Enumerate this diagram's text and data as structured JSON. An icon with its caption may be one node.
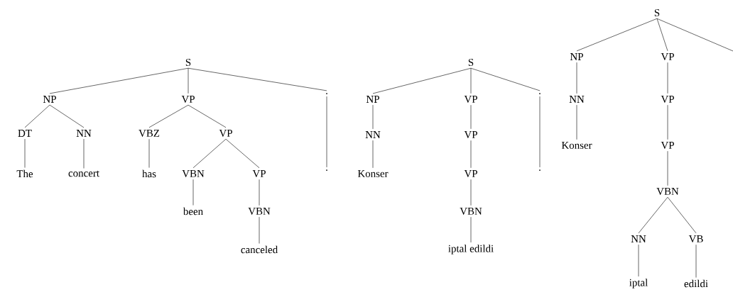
{
  "diagram": {
    "nodes": [
      {
        "text": [
          "S"
        ]
      },
      {
        "text": [
          "NP"
        ]
      },
      {
        "text": [
          "VP"
        ]
      },
      {
        "text": [
          "."
        ]
      },
      {
        "text": [
          "DT"
        ]
      },
      {
        "text": [
          "NN"
        ]
      },
      {
        "text": [
          "VBZ"
        ]
      },
      {
        "text": [
          "VP"
        ]
      },
      {
        "text": [
          "The"
        ]
      },
      {
        "text": [
          "concert"
        ]
      },
      {
        "text": [
          "has"
        ]
      },
      {
        "text": [
          "VBN"
        ]
      },
      {
        "text": [
          "VP"
        ]
      },
      {
        "text": [
          "."
        ]
      },
      {
        "text": [
          "been"
        ]
      },
      {
        "text": [
          "VBN"
        ]
      },
      {
        "text": [
          "canceled"
        ]
      },
      {
        "text": [
          "S"
        ]
      },
      {
        "text": [
          "NP"
        ]
      },
      {
        "text": [
          "VP"
        ]
      },
      {
        "text": [
          "."
        ]
      },
      {
        "text": [
          "NN"
        ]
      },
      {
        "text": [
          "VP"
        ]
      },
      {
        "text": [
          "."
        ]
      },
      {
        "text": [
          "Konser"
        ]
      },
      {
        "text": [
          "VP"
        ]
      },
      {
        "text": [
          "VBN"
        ]
      },
      {
        "text": [
          "iptal edildi"
        ]
      },
      {
        "text": [
          "S"
        ]
      },
      {
        "text": [
          "NP"
        ]
      },
      {
        "text": [
          "NN"
        ]
      },
      {
        "text": [
          "Konser"
        ]
      },
      {
        "text": [
          "VP"
        ]
      },
      {
        "text": [
          "VP"
        ]
      },
      {
        "text": [
          "VP"
        ]
      },
      {
        "text": [
          "VBN"
        ]
      },
      {
        "text": [
          "NN"
        ]
      },
      {
        "text": [
          "VB"
        ]
      },
      {
        "text": [
          "iptal"
        ]
      },
      {
        "text": [
          "edildi"
        ]
      }
    ],
    "edges": [
      {
        "from": 0,
        "to": 1,
        "arrow": "none"
      },
      {
        "from": 0,
        "to": 2,
        "arrow": "none"
      },
      {
        "from": 0,
        "to": 3,
        "arrow": "none"
      },
      {
        "from": 1,
        "to": 4,
        "arrow": "none"
      },
      {
        "from": 1,
        "to": 5,
        "arrow": "none"
      },
      {
        "from": 2,
        "to": 6,
        "arrow": "none"
      },
      {
        "from": 2,
        "to": 7,
        "arrow": "none"
      },
      {
        "from": 4,
        "to": 8,
        "arrow": "none"
      },
      {
        "from": 5,
        "to": 9,
        "arrow": "none"
      },
      {
        "from": 6,
        "to": 10,
        "arrow": "none"
      },
      {
        "from": 7,
        "to": 11,
        "arrow": "none"
      },
      {
        "from": 7,
        "to": 12,
        "arrow": "none"
      },
      {
        "from": 3,
        "to": 13,
        "arrow": "none"
      },
      {
        "from": 11,
        "to": 14,
        "arrow": "none"
      },
      {
        "from": 12,
        "to": 15,
        "arrow": "none"
      },
      {
        "from": 15,
        "to": 16,
        "arrow": "none"
      },
      {
        "from": 17,
        "to": 18,
        "arrow": "none"
      },
      {
        "from": 17,
        "to": 19,
        "arrow": "none"
      },
      {
        "from": 17,
        "to": 20,
        "arrow": "none"
      },
      {
        "from": 18,
        "to": 21,
        "arrow": "none"
      },
      {
        "from": 19,
        "to": 22,
        "arrow": "none"
      },
      {
        "from": 20,
        "to": 23,
        "arrow": "none"
      },
      {
        "from": 21,
        "to": 24,
        "arrow": "none"
      },
      {
        "from": 22,
        "to": 25,
        "arrow": "none"
      },
      {
        "from": 25,
        "to": 26,
        "arrow": "none"
      },
      {
        "from": 26,
        "to": 27,
        "arrow": "none"
      },
      {
        "from": 28,
        "to": 29,
        "arrow": "none"
      },
      {
        "from": 28,
        "to": 32,
        "arrow": "none"
      },
      {
        "from": 28,
        "to": null,
        "arrow": "none"
      },
      {
        "from": 29,
        "to": 30,
        "arrow": "none"
      },
      {
        "from": 30,
        "to": 31,
        "arrow": "none"
      },
      {
        "from": 32,
        "to": 33,
        "arrow": "none"
      },
      {
        "from": 33,
        "to": 34,
        "arrow": "none"
      },
      {
        "from": 34,
        "to": 35,
        "arrow": "none"
      },
      {
        "from": 35,
        "to": 36,
        "arrow": "none"
      },
      {
        "from": 35,
        "to": 37,
        "arrow": "none"
      },
      {
        "from": 36,
        "to": 38,
        "arrow": "none"
      },
      {
        "from": 37,
        "to": 39,
        "arrow": "none"
      }
    ]
  }
}
